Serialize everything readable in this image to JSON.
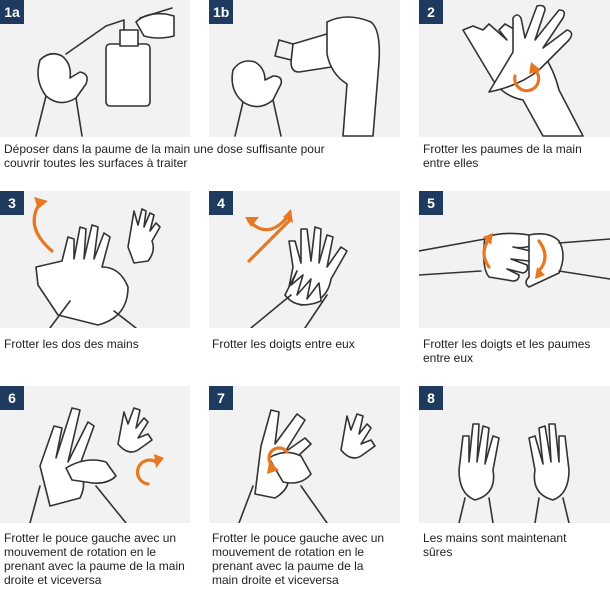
{
  "accent_color": "#e87722",
  "badge_color": "#1f3a5f",
  "panel_color": "#f2f2f2",
  "steps": [
    {
      "badge": "1a",
      "icon": "pump-dispenser-hands-icon"
    },
    {
      "badge": "1b",
      "icon": "bottle-dose-hands-icon"
    },
    {
      "badge": "2",
      "icon": "palms-rubbing-icon",
      "caption": "Frotter les paumes de la main entre elles"
    },
    {
      "badge": "3",
      "icon": "back-of-hands-icon",
      "caption": "Frotter les dos des mains"
    },
    {
      "badge": "4",
      "icon": "interlaced-fingers-icon",
      "caption": "Frotter les doigts entre eux"
    },
    {
      "badge": "5",
      "icon": "fingers-palms-icon",
      "caption": "Frotter les doigts et les paumes entre eux"
    },
    {
      "badge": "6",
      "icon": "thumb-rotation-icon",
      "caption": "Frotter le pouce gauche avec un mouvement de rotation en le prenant avec la paume de la main droite et viceversa"
    },
    {
      "badge": "7",
      "icon": "thumb-rotation-icon",
      "caption": "Frotter le pouce gauche avec un mouvement de rotation en le prenant avec la paume de la main droite et viceversa"
    },
    {
      "badge": "8",
      "icon": "open-hands-dry-icon",
      "caption": "Les mains sont maintenant sûres"
    }
  ],
  "step1_caption": "Déposer dans la paume de la main une dose suffisante pour couvrir toutes les surfaces à traiter"
}
